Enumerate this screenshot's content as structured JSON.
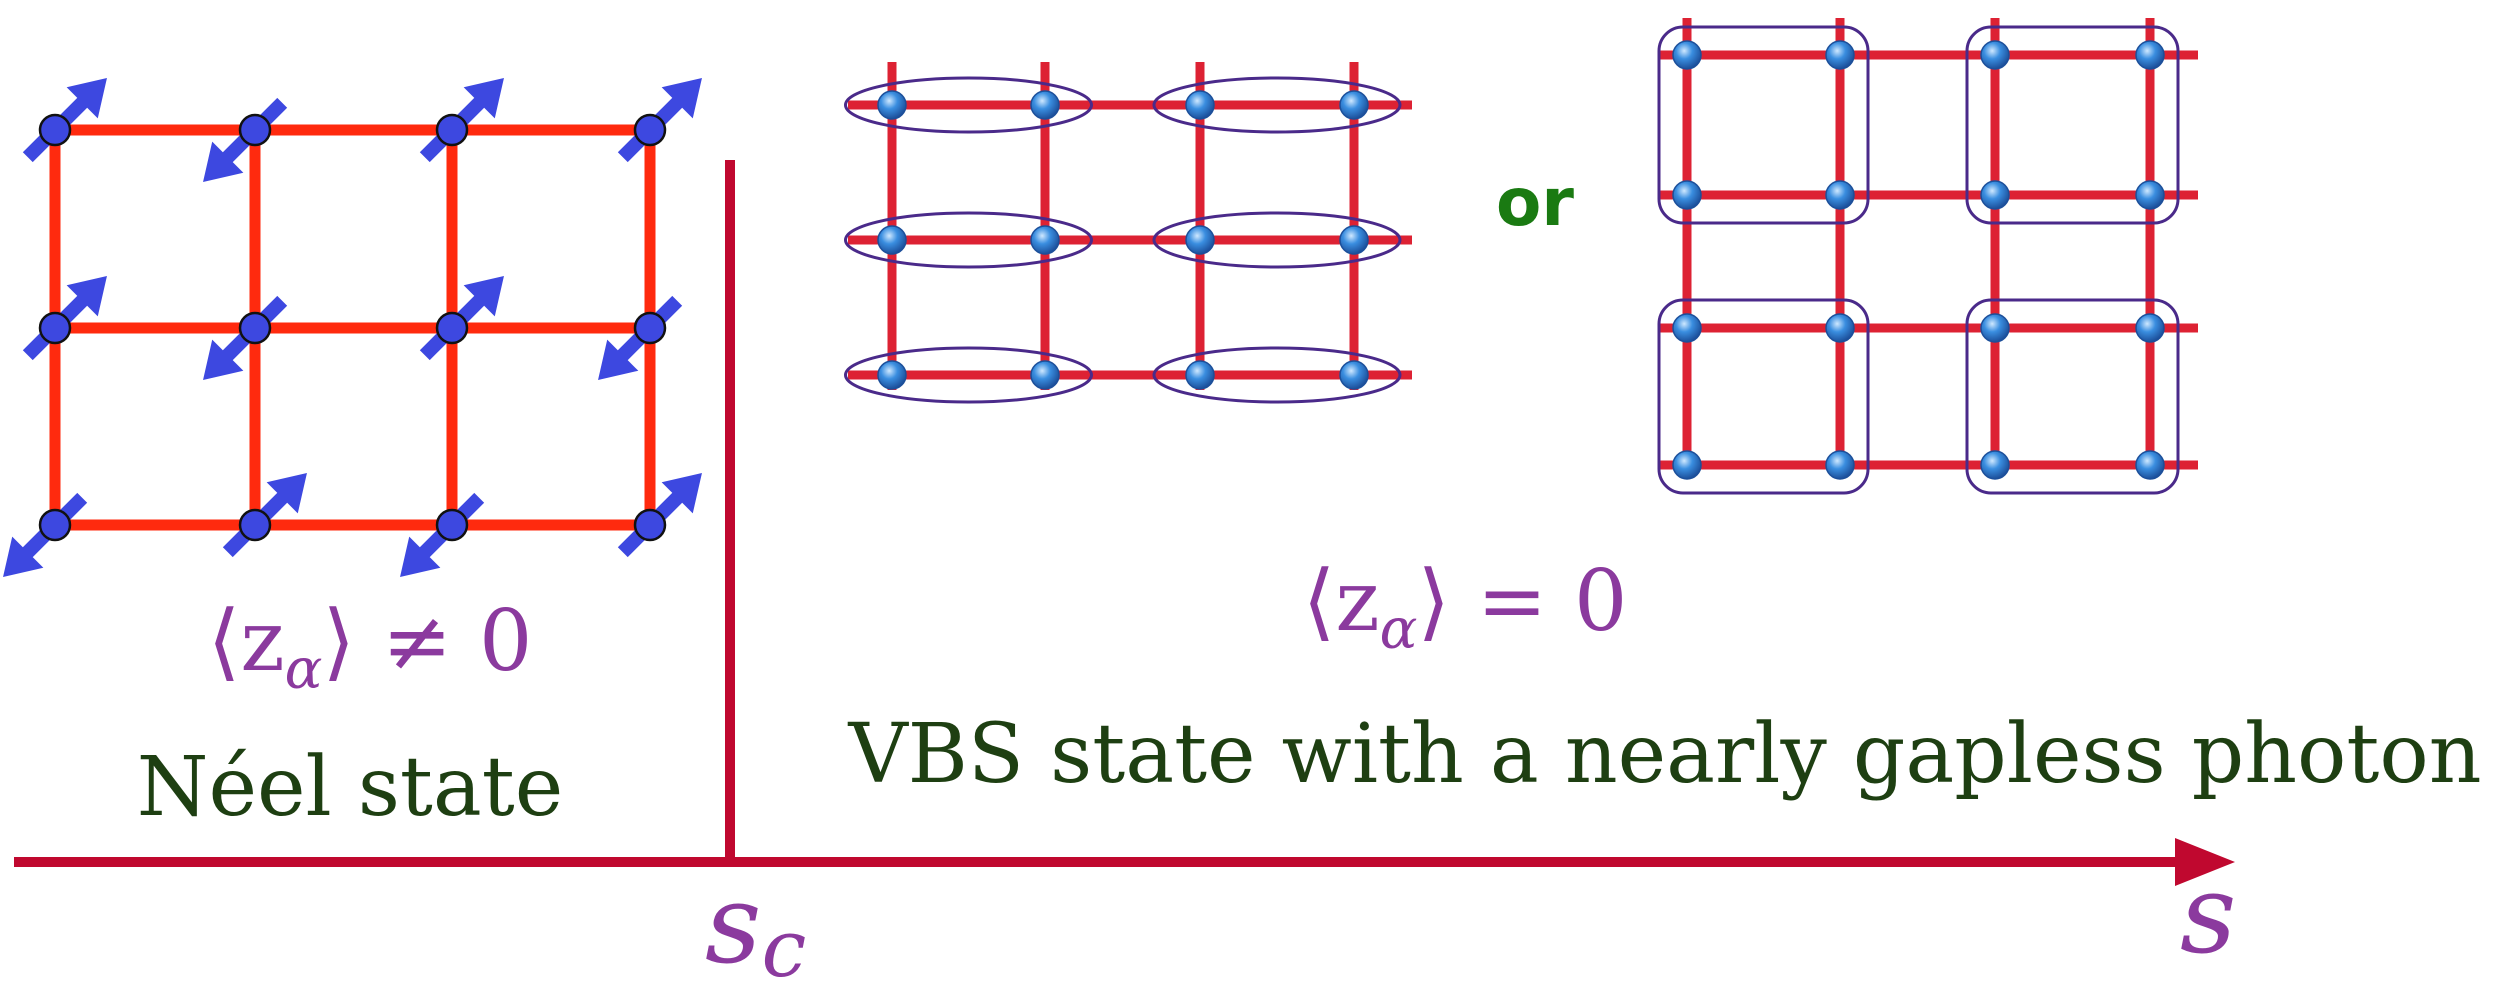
{
  "colors": {
    "neel_bond": "#ff2a0e",
    "vbs_bond": "#dd2233",
    "spin_arrow": "#3d48e0",
    "site_blue": "#3a8ee0",
    "plaquette_outline": "#4a2a8a",
    "axis": "#c0082f",
    "math_text": "#8b3a9e",
    "label_text": "#1e3f12",
    "or_text": "#1a7a12"
  },
  "icons": {
    "spin": "spin-arrow-icon",
    "site": "lattice-site-icon"
  },
  "neel": {
    "spins": [
      "up",
      "down",
      "up",
      "up",
      "up",
      "down",
      "up",
      "down",
      "down",
      "up",
      "down",
      "up"
    ],
    "order_parameter": "⟨z",
    "order_parameter_sub": "α",
    "order_parameter_rest": "⟩ ≠ 0",
    "label": "Néel state"
  },
  "vbs": {
    "or_label": "or",
    "order_parameter": "⟨z",
    "order_parameter_sub": "α",
    "order_parameter_rest": "⟩ = 0",
    "label": "VBS state with a nearly gapless photon"
  },
  "axis": {
    "critical_label": "s",
    "critical_sub": "c",
    "end_label": "s"
  }
}
